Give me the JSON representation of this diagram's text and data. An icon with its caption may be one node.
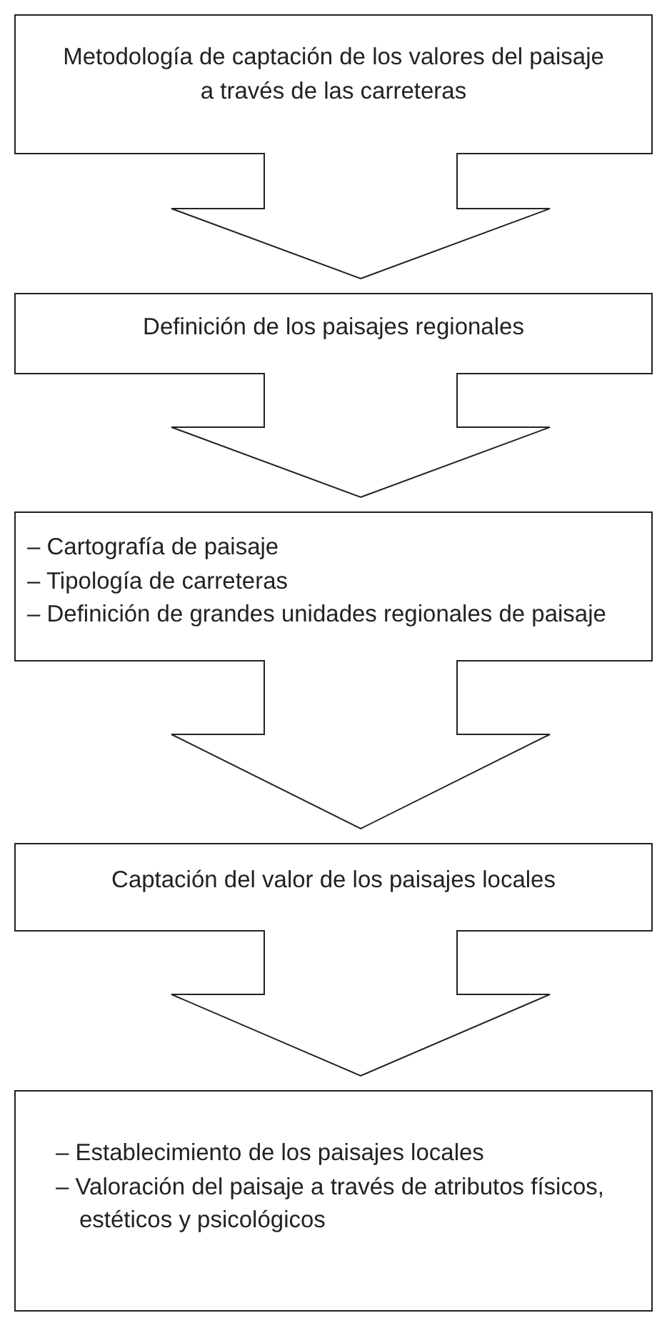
{
  "diagram": {
    "nodes": [
      {
        "text": [
          "Metodología de captación de los valores del paisaje a través de las carreteras"
        ]
      },
      {
        "text": [
          "Definición de los paisajes regionales"
        ]
      },
      {
        "text": [
          "– Cartografía de paisaje",
          "– Tipología de carreteras",
          "– Definición de grandes unidades regionales de paisaje"
        ]
      },
      {
        "text": [
          "Captación del valor de los paisajes locales"
        ]
      },
      {
        "text": [
          "– Establecimiento de los paisajes locales",
          "– Valoración del paisaje a través de atributos físicos, estéticos y psicológicos"
        ]
      }
    ],
    "edges": [
      {
        "from": 0,
        "to": 1,
        "arrow": "to"
      },
      {
        "from": 1,
        "to": 2,
        "arrow": "to"
      },
      {
        "from": 2,
        "to": 3,
        "arrow": "to"
      },
      {
        "from": 3,
        "to": 4,
        "arrow": "to"
      }
    ]
  }
}
